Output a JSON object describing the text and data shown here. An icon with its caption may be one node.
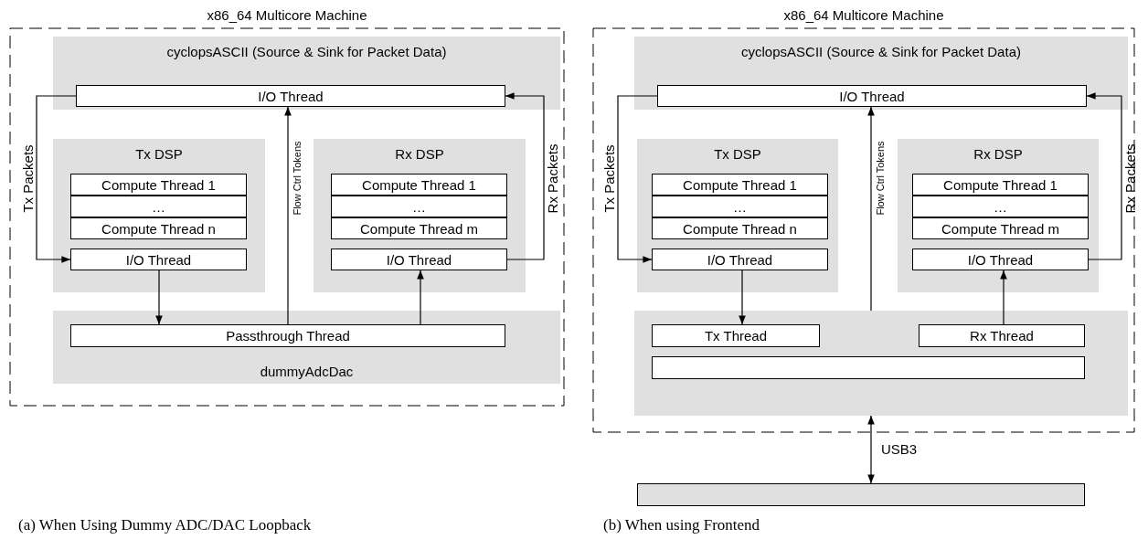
{
  "diagram": {
    "nodes": [
      {
        "text": [
          "x86_64 Multicore Machine"
        ]
      },
      {
        "text": [
          "cyclopsASCII (Source & Sink for Packet Data)"
        ],
        "in": 0
      },
      {
        "text": [
          "I/O Thread"
        ],
        "in": 1
      },
      {
        "text": [
          "Tx DSP"
        ],
        "in": 0
      },
      {
        "text": [
          "Compute Thread 1"
        ],
        "in": 3
      },
      {
        "text": [
          "…"
        ],
        "in": 3
      },
      {
        "text": [
          "Compute Thread n"
        ],
        "in": 3
      },
      {
        "text": [
          "I/O Thread"
        ],
        "in": 3
      },
      {
        "text": [
          "Rx DSP"
        ],
        "in": 0
      },
      {
        "text": [
          "Compute Thread 1"
        ],
        "in": 8
      },
      {
        "text": [
          "…"
        ],
        "in": 8
      },
      {
        "text": [
          "Compute Thread m"
        ],
        "in": 8
      },
      {
        "text": [
          "I/O Thread"
        ],
        "in": 8
      },
      {
        "text": [
          "dummyAdcDac"
        ],
        "in": 0
      },
      {
        "text": [
          "Passthrough Thread"
        ],
        "in": 13
      },
      {
        "text": [
          "x86_64 Multicore Machine"
        ]
      },
      {
        "text": [
          "cyclopsASCII (Source & Sink for Packet Data)"
        ],
        "in": 15
      },
      {
        "text": [
          "I/O Thread"
        ],
        "in": 16
      },
      {
        "text": [
          "Tx DSP"
        ],
        "in": 15
      },
      {
        "text": [
          "Compute Thread 1"
        ],
        "in": 18
      },
      {
        "text": [
          "…"
        ],
        "in": 18
      },
      {
        "text": [
          "Compute Thread n"
        ],
        "in": 18
      },
      {
        "text": [
          "I/O Thread"
        ],
        "in": 18
      },
      {
        "text": [
          "Rx DSP"
        ],
        "in": 15
      },
      {
        "text": [
          "Compute Thread 1"
        ],
        "in": 23
      },
      {
        "text": [
          "…"
        ],
        "in": 23
      },
      {
        "text": [
          "Compute Thread m"
        ],
        "in": 23
      },
      {
        "text": [
          "I/O Thread"
        ],
        "in": 23
      },
      {
        "text": [],
        "shape": "box",
        "in": 15
      },
      {
        "text": [
          "Tx Thread"
        ],
        "in": 28
      },
      {
        "text": [
          "Rx Thread"
        ],
        "in": 28
      },
      {
        "text": [],
        "shape": "bar",
        "in": 28
      },
      {
        "text": [],
        "shape": "box"
      }
    ],
    "edges": [
      {
        "from": 2,
        "to": 7,
        "arrow": "to",
        "label": "Tx Packets"
      },
      {
        "from": 7,
        "to": 14,
        "arrow": "to"
      },
      {
        "from": 14,
        "to": 12,
        "arrow": "to"
      },
      {
        "from": 12,
        "to": 2,
        "arrow": "to",
        "label": "Rx Packets"
      },
      {
        "from": 14,
        "to": 2,
        "arrow": "to",
        "label": "Flow Ctrl Tokens"
      },
      {
        "from": 17,
        "to": 22,
        "arrow": "to",
        "label": "Tx Packets"
      },
      {
        "from": 22,
        "to": 29,
        "arrow": "to"
      },
      {
        "from": 30,
        "to": 27,
        "arrow": "to"
      },
      {
        "from": 27,
        "to": 17,
        "arrow": "to",
        "label": "Rx Packets"
      },
      {
        "from": 28,
        "to": 17,
        "arrow": "to",
        "label": "Flow Ctrl Tokens"
      },
      {
        "from": 28,
        "to": 32,
        "arrow": "both",
        "label": "USB3"
      }
    ],
    "labels": [
      "(a) When Using Dummy ADC/DAC Loopback",
      "(b) When using Frontend"
    ]
  }
}
